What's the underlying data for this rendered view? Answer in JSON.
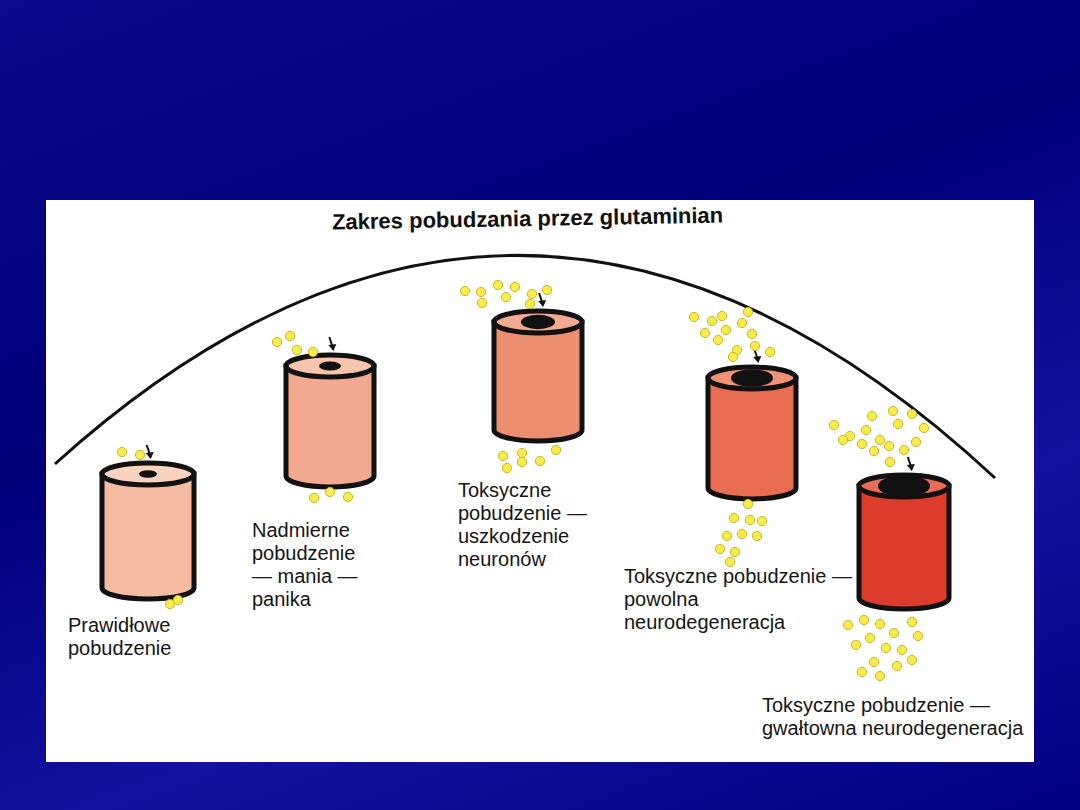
{
  "diagram": {
    "title": "Zakres pobudzania przez glutaminian",
    "labels": [
      "Prawidłowe pobudzenie",
      "Nadmierne pobudzenie — mania — panika",
      "Toksyczne pobudzenie — uszkodzenie neuronów",
      "Toksyczne pobudzenie — powolna neurodegeneracja",
      "Toksyczne pobudzenie — gwałtowna neurodegeneracja"
    ]
  }
}
